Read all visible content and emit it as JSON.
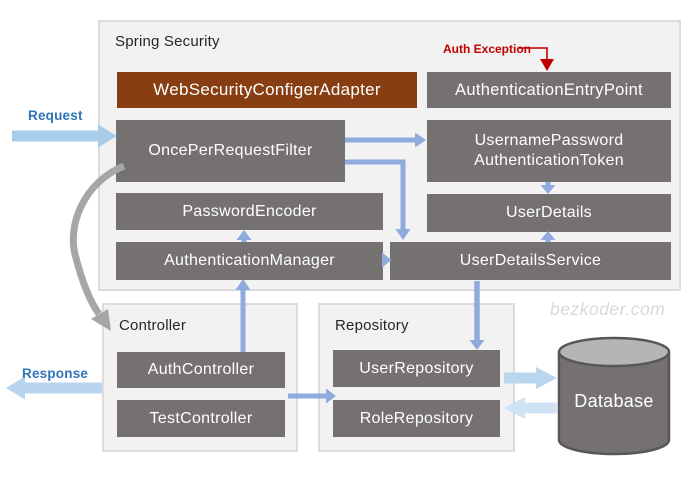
{
  "diagram": {
    "watermark": "bezkoder.com",
    "annotations": {
      "request": "Request",
      "response": "Response",
      "auth_exception": "Auth Exception"
    },
    "containers": {
      "spring_security": "Spring Security",
      "controller": "Controller",
      "repository": "Repository"
    },
    "boxes": {
      "web_security_configer_adapter": "WebSecurityConfigerAdapter",
      "authentication_entry_point": "AuthenticationEntryPoint",
      "once_per_request_filter": "OncePerRequestFilter",
      "username_password_token_line1": "UsernamePassword",
      "username_password_token_line2": "AuthenticationToken",
      "password_encoder": "PasswordEncoder",
      "user_details": "UserDetails",
      "authentication_manager": "AuthenticationManager",
      "user_details_service": "UserDetailsService",
      "auth_controller": "AuthController",
      "test_controller": "TestController",
      "user_repository": "UserRepository",
      "role_repository": "RoleRepository",
      "database": "Database"
    },
    "colors": {
      "box_gray": "#767171",
      "box_brown": "#873e12",
      "container_bg": "#f2f2f2",
      "container_border": "#dcdcdc",
      "connector_blue": "#8faadc",
      "request_arrow_blue": "#a9cce9",
      "db_arrow_in": "#b9d6ef",
      "db_arrow_out": "#cfe3f5",
      "exception_red": "#c00000",
      "curve_gray": "#a6a6a6",
      "flow_label_blue": "#2e75b6"
    }
  }
}
